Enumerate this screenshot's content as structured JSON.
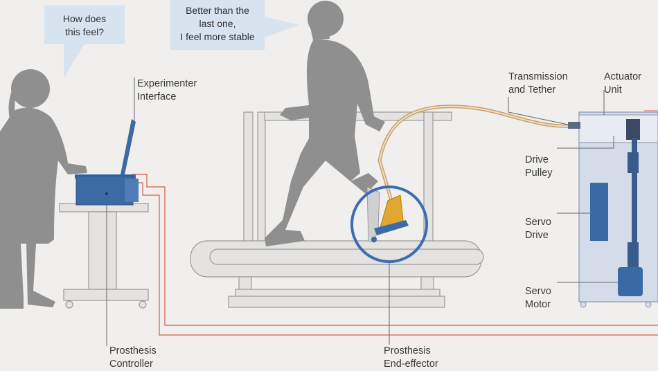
{
  "speech": {
    "experimenter": [
      "How does",
      "this feel?"
    ],
    "subject": [
      "Better than the",
      "last one,",
      "I feel more stable"
    ]
  },
  "labels": {
    "experimenter_interface": [
      "Experimenter",
      "Interface"
    ],
    "transmission_tether": [
      "Transmission",
      "and Tether"
    ],
    "actuator_unit": [
      "Actuator",
      "Unit"
    ],
    "drive_pulley": [
      "Drive",
      "Pulley"
    ],
    "servo_drive": [
      "Servo",
      "Drive"
    ],
    "servo_motor": [
      "Servo",
      "Motor"
    ],
    "prosthesis_controller": [
      "Prosthesis",
      "Controller"
    ],
    "prosthesis_end_effector": [
      "Prosthesis",
      "End-effector"
    ]
  },
  "colors": {
    "background": "#f0efed",
    "silhouette": "#8f8f8f",
    "equipment_fill": "#e4e3e1",
    "equipment_stroke": "#9a9a9a",
    "speech_bubble": "#d7e3ef",
    "controller_blue": "#3b6aa5",
    "actuator_cabinet": "#d4dcea",
    "highlight_circle": "#3c6db0",
    "signal_wire": "#d45a4a",
    "tether": "#c8a06a",
    "end_effector": "#e0a830"
  }
}
